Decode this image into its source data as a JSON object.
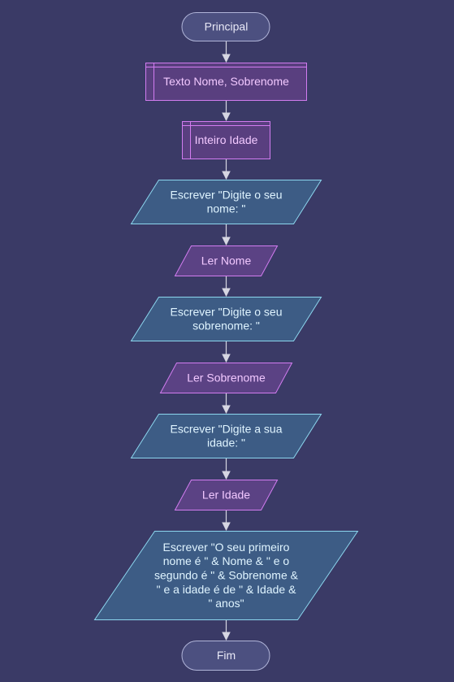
{
  "colors": {
    "background": "#3a3a66",
    "terminal_fill": "#4c5080",
    "terminal_stroke": "#b0b4d8",
    "terminal_text": "#e8e8f6",
    "declare_fill": "#593f7f",
    "declare_stroke": "#d27cf0",
    "declare_text": "#f2c8ff",
    "output_fill": "#3d5c85",
    "output_stroke": "#8cd6ee",
    "output_text": "#dff4ff",
    "input_fill": "#5b4284",
    "input_stroke": "#d27cf0",
    "input_text": "#f2c8ff",
    "connector": "#d6d6e2"
  },
  "flowchart": {
    "nodes": [
      {
        "id": "start",
        "kind": "terminal",
        "lines": [
          "Principal"
        ]
      },
      {
        "id": "declare-texto",
        "kind": "declare",
        "lines": [
          "Texto Nome, Sobrenome"
        ]
      },
      {
        "id": "declare-inteiro",
        "kind": "declare",
        "lines": [
          "Inteiro Idade"
        ]
      },
      {
        "id": "output-nome",
        "kind": "output",
        "lines": [
          "Escrever \"Digite o seu",
          "nome: \""
        ]
      },
      {
        "id": "input-nome",
        "kind": "input",
        "lines": [
          "Ler Nome"
        ]
      },
      {
        "id": "output-sobrenome",
        "kind": "output",
        "lines": [
          "Escrever \"Digite o seu",
          "sobrenome: \""
        ]
      },
      {
        "id": "input-sobrenome",
        "kind": "input",
        "lines": [
          "Ler Sobrenome"
        ]
      },
      {
        "id": "output-idade",
        "kind": "output",
        "lines": [
          "Escrever \"Digite a sua",
          "idade: \""
        ]
      },
      {
        "id": "input-idade",
        "kind": "input",
        "lines": [
          "Ler Idade"
        ]
      },
      {
        "id": "output-resultado",
        "kind": "output",
        "lines": [
          "Escrever \"O seu primeiro",
          "nome é \" & Nome & \" e o",
          "segundo é \" & Sobrenome &",
          "\" e a idade é de \" & Idade &",
          "\" anos\""
        ]
      },
      {
        "id": "end",
        "kind": "terminal",
        "lines": [
          "Fim"
        ]
      }
    ]
  }
}
